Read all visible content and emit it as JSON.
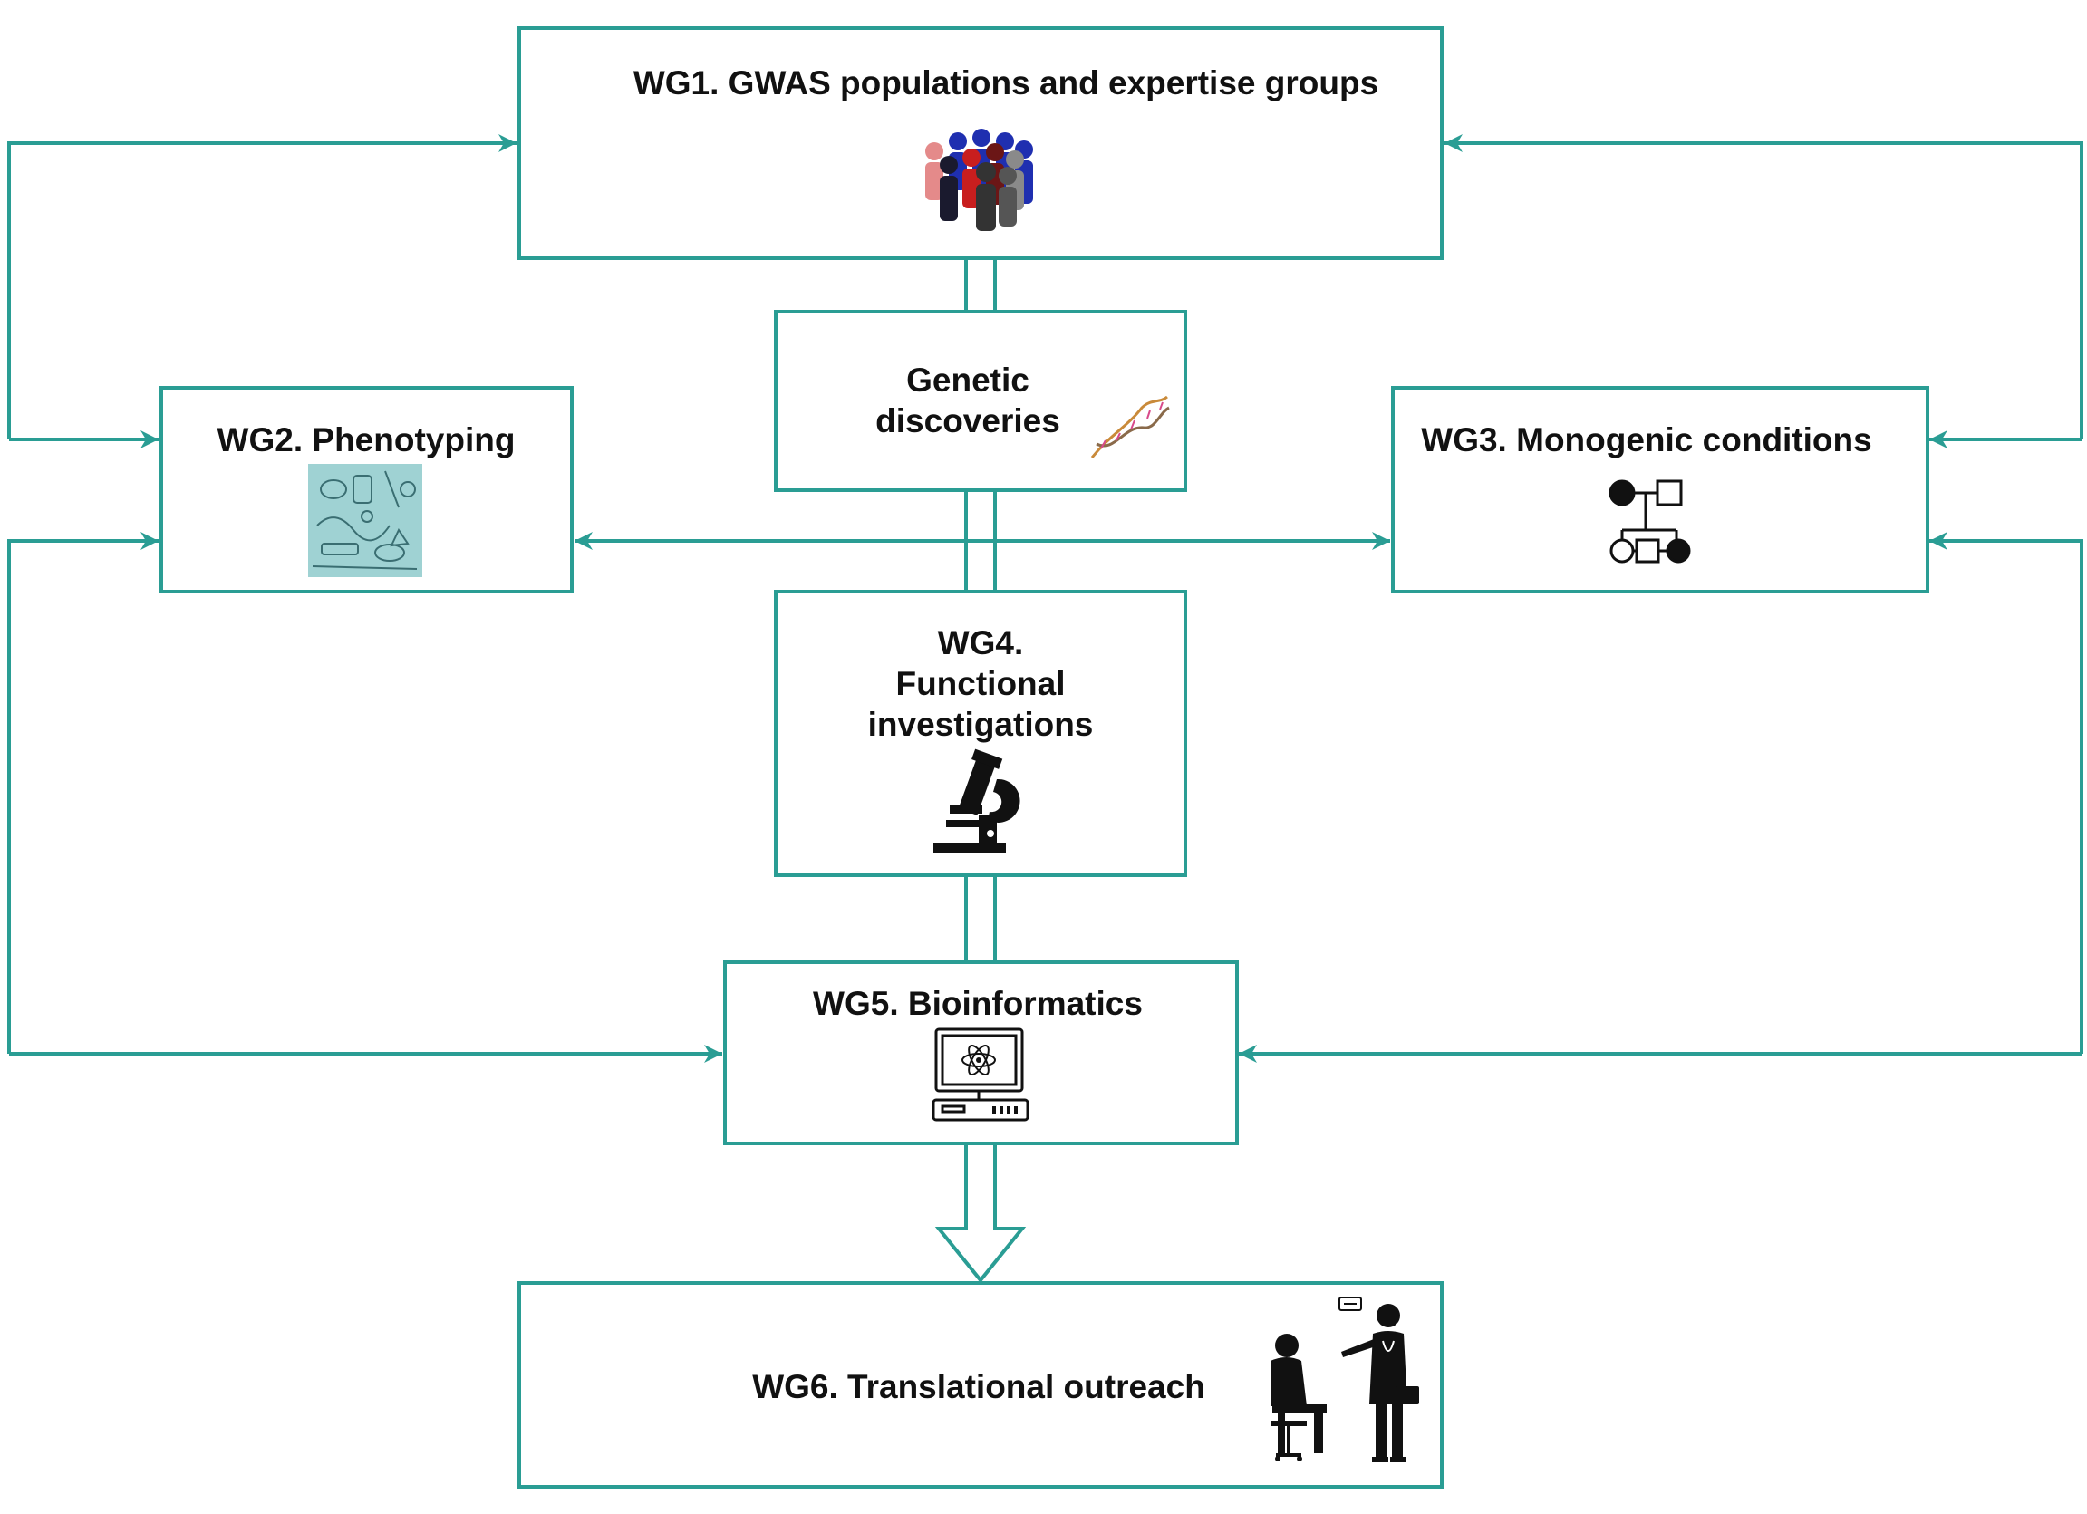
{
  "diagram": {
    "boxes": {
      "wg1": {
        "title": "WG1. GWAS populations and expertise groups",
        "icon": "people-crowd-icon"
      },
      "genetic": {
        "line1": "Genetic",
        "line2": "discoveries",
        "icon": "dna-helix-icon"
      },
      "wg2": {
        "title": "WG2. Phenotyping",
        "icon": "phenotyping-collage-icon"
      },
      "wg3": {
        "title": "WG3. Monogenic conditions",
        "icon": "pedigree-chart-icon"
      },
      "wg4": {
        "line1": "WG4.",
        "line2": "Functional",
        "line3": "investigations",
        "icon": "microscope-icon"
      },
      "wg5": {
        "title": "WG5. Bioinformatics",
        "icon": "computer-workstation-icon"
      },
      "wg6": {
        "title": "WG6. Translational outreach",
        "icon": "doctor-patient-icon"
      }
    },
    "colors": {
      "border": "#2a9d94",
      "text": "#111111",
      "icon": "#111111"
    }
  }
}
